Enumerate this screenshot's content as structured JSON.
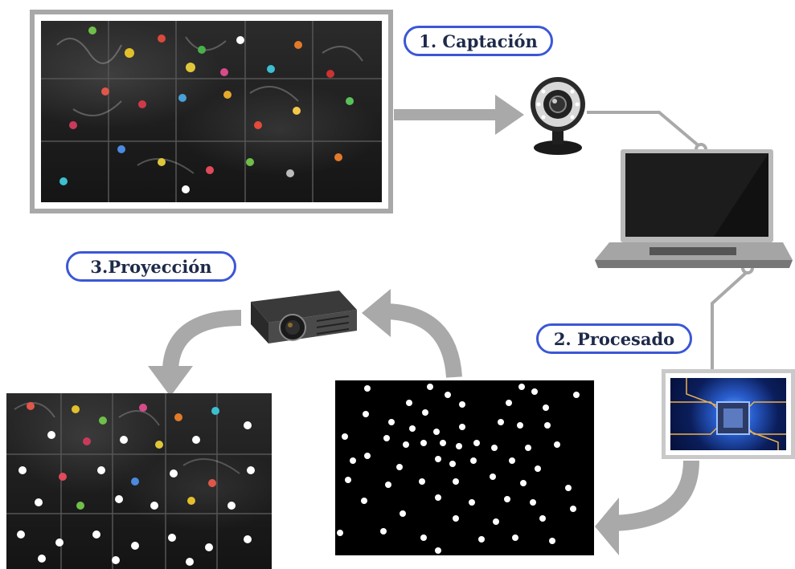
{
  "steps": {
    "capture_label": "1. Captación",
    "process_label": "2. Procesado",
    "projection_label": "3.Proyección"
  },
  "icons": {
    "webcam": "webcam-icon",
    "laptop": "laptop-icon",
    "projector": "projector-icon",
    "processor_chip": "processor-chip-icon"
  },
  "colors": {
    "pill_border": "#3b57d6",
    "pill_text": "#1e2a4a",
    "arrow_gray": "#a9a9a9",
    "frame_gray": "#a8a8a8"
  }
}
